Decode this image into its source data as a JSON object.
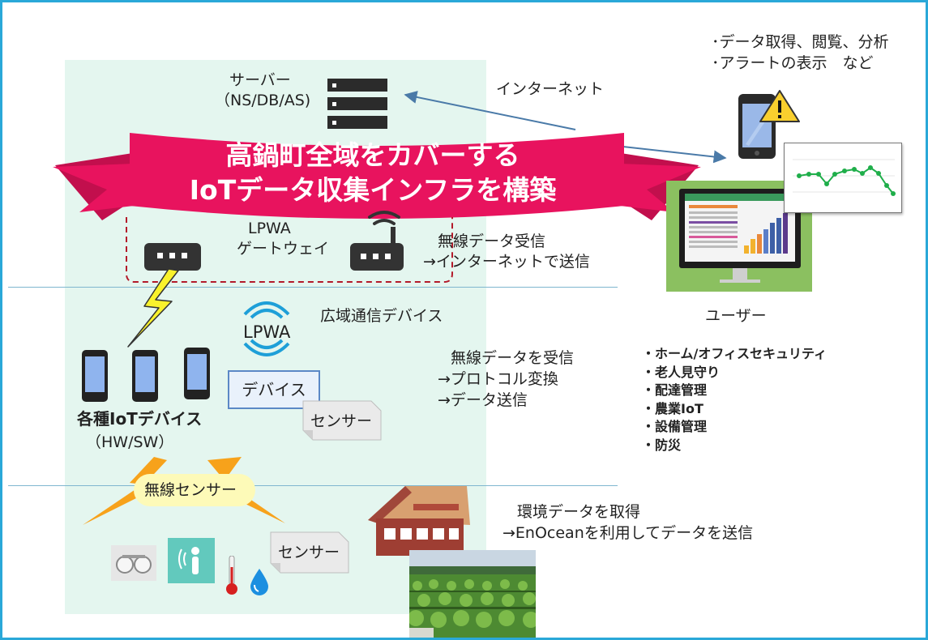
{
  "banner": {
    "line1": "高鍋町全域をカバーする",
    "line2": "IoTデータ収集インフラを構築"
  },
  "server": {
    "label": "サーバー",
    "sublabel": "（NS/DB/AS)"
  },
  "internet_label": "インターネット",
  "gateway": {
    "label_line1": "LPWA",
    "label_line2": "ゲートウェイ",
    "desc_line1": "無線データ受信",
    "desc_line2": "→インターネットで送信"
  },
  "user": {
    "features_line1": "･データ取得、閲覧、分析",
    "features_line2": "･アラートの表示　など",
    "label": "ユーザー"
  },
  "wide_area": {
    "title": "広域通信デバイス",
    "lpwa_label": "LPWA",
    "device_label": "デバイス",
    "sensor_label": "センサー",
    "desc_line1": "無線データを受信",
    "desc_line2": "→プロトコル変換",
    "desc_line3": "→データ送信"
  },
  "iot_devices": {
    "title": "各種IoTデバイス",
    "subtitle": "（HW/SW）"
  },
  "use_cases": [
    "・ホーム/オフィスセキュリティ",
    "・老人見守り",
    "・配達管理",
    "・農業IoT",
    "・設備管理",
    "・防災"
  ],
  "wireless_sensor": {
    "label": "無線センサー",
    "sensor_label": "センサー"
  },
  "environment": {
    "line1": "環境データを取得",
    "line2": "→EnOceanを利用してデータを送信"
  },
  "colors": {
    "frame": "#2aa8d8",
    "banner": "#e8135e",
    "mint": "#e4f6ef",
    "arrow": "#4a7aa8",
    "lightning": "#f9f22c",
    "chart_line": "#1fae4a"
  }
}
